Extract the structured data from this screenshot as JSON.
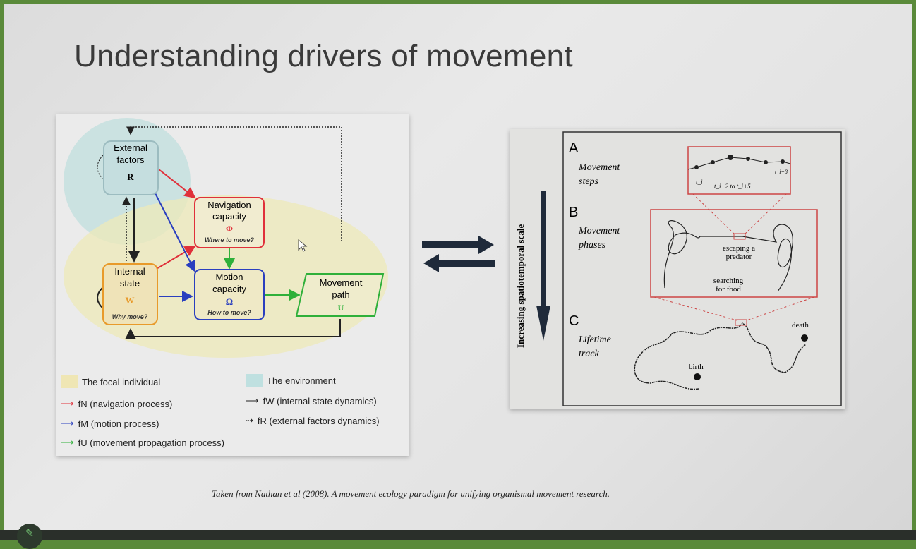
{
  "slide": {
    "title": "Understanding drivers of movement",
    "caption": "Taken from Nathan et al (2008). A movement ecology paradigm for unifying organismal movement research."
  },
  "left_figure": {
    "boxes": {
      "external": {
        "line1": "External",
        "line2": "factors",
        "symbol": "R"
      },
      "navigation": {
        "line1": "Navigation",
        "line2": "capacity",
        "symbol": "Φ",
        "question": "Where to move?"
      },
      "internal": {
        "line1": "Internal",
        "line2": "state",
        "symbol": "W",
        "question": "Why move?"
      },
      "motion": {
        "line1": "Motion",
        "line2": "capacity",
        "symbol": "Ω",
        "question": "How to move?"
      },
      "path": {
        "line1": "Movement",
        "line2": "path",
        "symbol": "U"
      }
    },
    "legend": {
      "focal": "The focal individual",
      "environment": "The environment",
      "nav": "fN (navigation process)",
      "motion": "fM (motion process)",
      "prop": "fU (movement propagation process)",
      "internal": "fW (internal state dynamics)",
      "external": "fR (external factors dynamics)"
    },
    "colors": {
      "nav": "#e0303a",
      "motion": "#2a3fbf",
      "prop": "#2fb03a",
      "internal": "#e89a2a",
      "focal": "#efe6b4",
      "environment": "#bfe0e0"
    }
  },
  "right_figure": {
    "axis_label": "Increasing spatiotemporal scale",
    "panels": [
      {
        "letter": "A",
        "l1": "Movement",
        "l2": "steps"
      },
      {
        "letter": "B",
        "l1": "Movement",
        "l2": "phases"
      },
      {
        "letter": "C",
        "l1": "Lifetime",
        "l2": "track"
      }
    ],
    "labels": {
      "ti": "t_i",
      "tmid": "t_i+2 to t_i+5",
      "tend": "t_i+8",
      "escape1": "escaping a",
      "escape2": "predator",
      "search1": "searching",
      "search2": "for food",
      "birth": "birth",
      "death": "death"
    }
  }
}
